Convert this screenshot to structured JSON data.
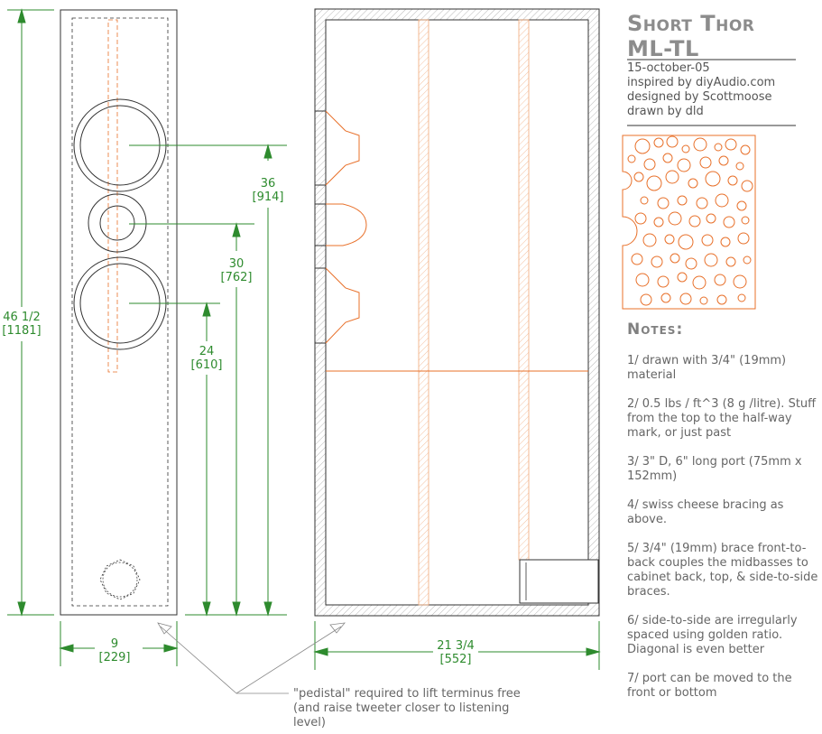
{
  "title": {
    "line1": "Short Thor",
    "line2": "ML-TL"
  },
  "meta": {
    "date": "15-october-05",
    "inspired": "inspired by diyAudio.com",
    "designed": "designed by Scottmoose",
    "drawn": "drawn by dld"
  },
  "notes": {
    "heading": "Notes:",
    "items": [
      "1/ drawn with 3/4\" (19mm) material",
      "2/ 0.5 lbs / ft^3 (8 g /litre). Stuff from the top to the half-way mark, or just past",
      "3/ 3\" D, 6\" long port (75mm x 152mm)",
      "4/ swiss cheese bracing as above.",
      "5/ 3/4\" (19mm) brace front-to-back couples the midbasses to cabinet back, top, & side-to-side braces.",
      "6/ side-to-side are irregularly spaced using golden ratio. Diagonal is even better",
      "7/ port can be moved to the front or bottom"
    ]
  },
  "dimensions": {
    "height": {
      "imperial": "46 1/2",
      "metric": "[1181]"
    },
    "width": {
      "imperial": "9",
      "metric": "[229]"
    },
    "depth": {
      "imperial": "21 3/4",
      "metric": "[552]"
    },
    "woofer_top": {
      "imperial": "36",
      "metric": "[914]"
    },
    "tweeter": {
      "imperial": "30",
      "metric": "[762]"
    },
    "woofer_bottom": {
      "imperial": "24",
      "metric": "[610]"
    }
  },
  "callout": {
    "text": "\"pedistal\" required to lift terminus free (and raise tweeter closer to listening level)"
  },
  "colors": {
    "dimension": "#2e8b2e",
    "construction": "#e8702a",
    "outline": "#333333",
    "text": "#666666"
  }
}
